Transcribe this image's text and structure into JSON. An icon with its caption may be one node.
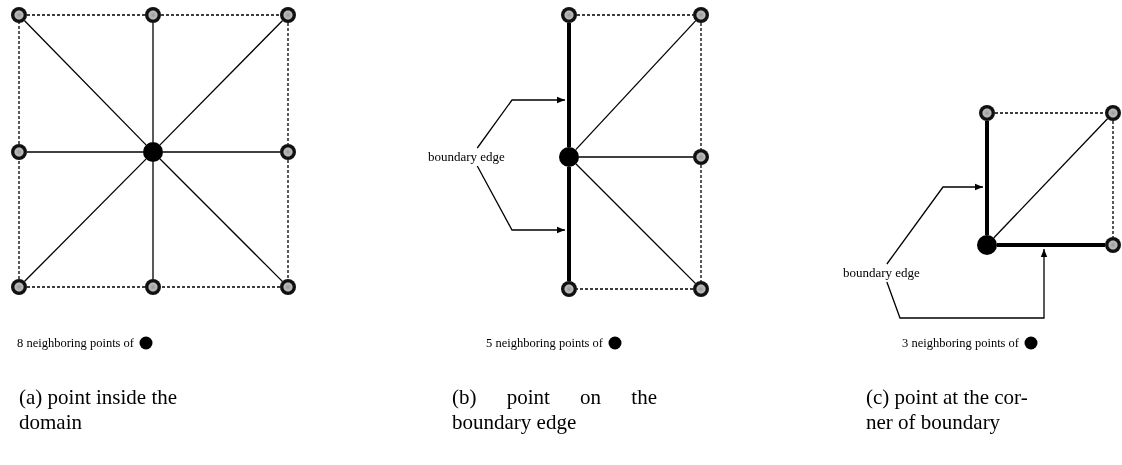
{
  "diagram": {
    "nodes": [
      {
        "text": [],
        "shape": "circle"
      },
      {
        "text": [],
        "shape": "circle"
      },
      {
        "text": [],
        "shape": "circle"
      },
      {
        "text": [],
        "shape": "circle"
      },
      {
        "text": [],
        "shape": "circle"
      },
      {
        "text": [],
        "shape": "circle"
      },
      {
        "text": [],
        "shape": "circle"
      },
      {
        "text": [],
        "shape": "circle"
      },
      {
        "text": [],
        "shape": "circle"
      },
      {
        "text": [],
        "shape": "circle"
      },
      {
        "text": [],
        "shape": "circle"
      },
      {
        "text": [
          "boundary edge"
        ]
      },
      {
        "text": [],
        "shape": "circle"
      },
      {
        "text": [],
        "shape": "circle"
      },
      {
        "text": [],
        "shape": "circle"
      },
      {
        "text": [],
        "shape": "circle"
      },
      {
        "text": [],
        "shape": "circle"
      },
      {
        "text": [],
        "shape": "circle"
      },
      {
        "text": [
          "boundary edge"
        ]
      },
      {
        "text": [],
        "shape": "circle"
      },
      {
        "text": [],
        "shape": "circle"
      }
    ],
    "edges": [
      {
        "from": 4,
        "to": 0,
        "arrow": "none"
      },
      {
        "from": 4,
        "to": 1,
        "arrow": "none"
      },
      {
        "from": 4,
        "to": 2,
        "arrow": "none"
      },
      {
        "from": 4,
        "to": 3,
        "arrow": "none"
      },
      {
        "from": 4,
        "to": 5,
        "arrow": "none"
      },
      {
        "from": 4,
        "to": 6,
        "arrow": "none"
      },
      {
        "from": 4,
        "to": 7,
        "arrow": "none"
      },
      {
        "from": 4,
        "to": 8,
        "arrow": "none"
      },
      {
        "from": 0,
        "to": 1,
        "arrow": "none",
        "style": "dashed"
      },
      {
        "from": 1,
        "to": 2,
        "arrow": "none",
        "style": "dashed"
      },
      {
        "from": 2,
        "to": 5,
        "arrow": "none",
        "style": "dashed"
      },
      {
        "from": 5,
        "to": 8,
        "arrow": "none",
        "style": "dashed"
      },
      {
        "from": 8,
        "to": 7,
        "arrow": "none",
        "style": "dashed"
      },
      {
        "from": 7,
        "to": 6,
        "arrow": "none",
        "style": "dashed"
      },
      {
        "from": 6,
        "to": 3,
        "arrow": "none",
        "style": "dashed"
      },
      {
        "from": 3,
        "to": 0,
        "arrow": "none",
        "style": "dashed"
      },
      {
        "from": 12,
        "to": 9,
        "arrow": "none",
        "style": "thick"
      },
      {
        "from": 12,
        "to": 14,
        "arrow": "none",
        "style": "thick"
      },
      {
        "from": 12,
        "to": 10,
        "arrow": "none"
      },
      {
        "from": 12,
        "to": 13,
        "arrow": "none"
      },
      {
        "from": 12,
        "to": 15,
        "arrow": "none"
      },
      {
        "from": 9,
        "to": 10,
        "arrow": "none",
        "style": "dashed"
      },
      {
        "from": 10,
        "to": 13,
        "arrow": "none",
        "style": "dashed"
      },
      {
        "from": 13,
        "to": 15,
        "arrow": "none",
        "style": "dashed"
      },
      {
        "from": 15,
        "to": 14,
        "arrow": "none",
        "style": "dashed"
      },
      {
        "from": 11,
        "to": null,
        "arrow": "to"
      },
      {
        "from": 11,
        "to": null,
        "arrow": "to"
      },
      {
        "from": 19,
        "to": 16,
        "arrow": "none",
        "style": "thick"
      },
      {
        "from": 19,
        "to": 20,
        "arrow": "none",
        "style": "thick"
      },
      {
        "from": 19,
        "to": 17,
        "arrow": "none"
      },
      {
        "from": 16,
        "to": 17,
        "arrow": "none",
        "style": "dashed"
      },
      {
        "from": 17,
        "to": 20,
        "arrow": "none",
        "style": "dashed"
      },
      {
        "from": 18,
        "to": null,
        "arrow": "to"
      },
      {
        "from": 18,
        "to": null,
        "arrow": "to"
      }
    ],
    "labels": [
      "8 neighboring points of",
      "5 neighboring points of",
      "3 neighboring points of",
      "(a) point inside the domain",
      "(b) point on the boundary edge",
      "(c) point at the cor-ner of boundary"
    ]
  }
}
